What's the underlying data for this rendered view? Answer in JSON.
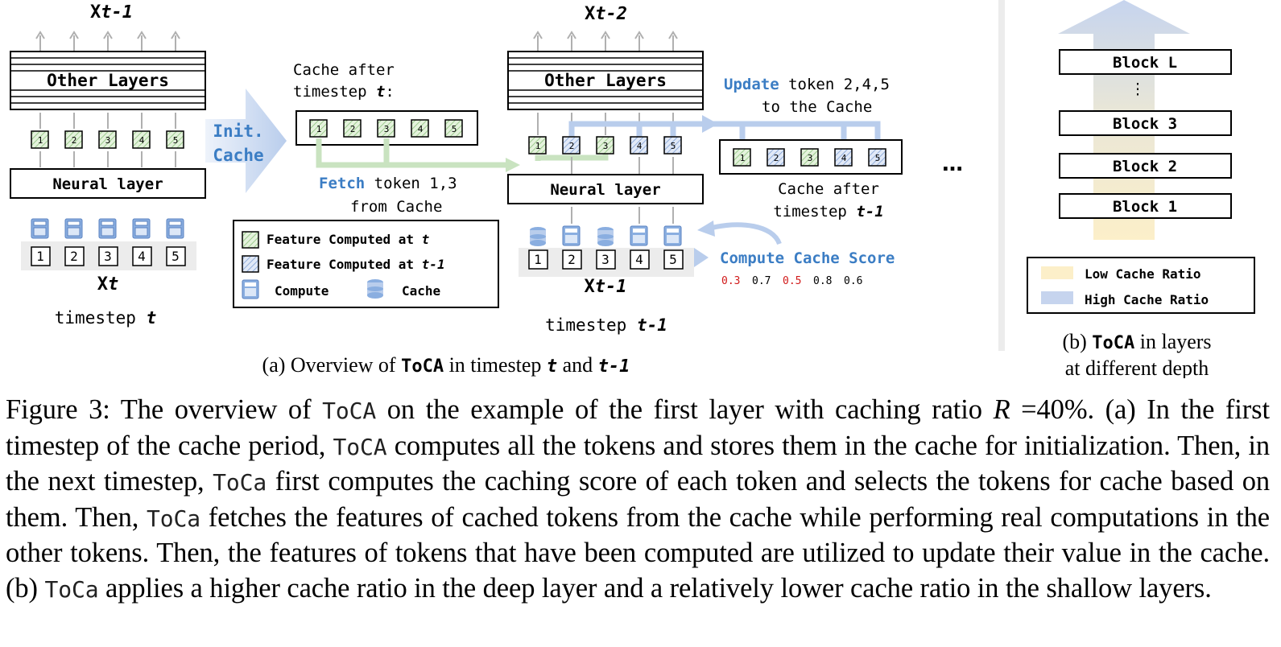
{
  "colors": {
    "blue_text": "#3b7dc4",
    "arrow_blue": "#b9cdec",
    "arrow_green": "#c9e3c0",
    "low_cache": "#fcefc9",
    "high_cache": "#c6d4ee",
    "score_red": "#d11a1a",
    "gray_arrow": "#b0b0b0"
  },
  "icons": [
    "calculator-icon",
    "database-icon"
  ],
  "part_a": {
    "left": {
      "output_var": "X",
      "output_sub": "t-1",
      "other_layers": "Other Layers",
      "tokens": [
        "1",
        "2",
        "3",
        "4",
        "5"
      ],
      "neural_layer": "Neural layer",
      "input_var": "X",
      "input_sub": "t",
      "timestep_word": "timestep",
      "timestep_val": "t"
    },
    "init_cache": [
      "Init.",
      "Cache"
    ],
    "cache_after_t": {
      "line1": "Cache after",
      "line2": "timestep",
      "val": "t",
      "colon": ":",
      "tokens": [
        "1",
        "2",
        "3",
        "4",
        "5"
      ]
    },
    "fetch": {
      "word": "Fetch",
      "rest": " token 1,3",
      "line2": "from Cache"
    },
    "legend": {
      "feat_t": "Feature Computed at",
      "feat_t_val": "t",
      "feat_t1": "Feature Computed at",
      "feat_t1_val": "t-1",
      "compute": "Compute",
      "cache": "Cache"
    },
    "middle": {
      "output_var": "X",
      "output_sub": "t-2",
      "other_layers": "Other Layers",
      "tokens": [
        "1",
        "2",
        "3",
        "4",
        "5"
      ],
      "neural_layer": "Neural layer",
      "input_var": "X",
      "input_sub": "t-1",
      "timestep_word": "timestep",
      "timestep_val": "t-1"
    },
    "update": {
      "word": "Update",
      "rest": " token 2,4,5",
      "line2": "to the Cache"
    },
    "cache_after_t1": {
      "line1": "Cache after",
      "line2": "timestep",
      "val": "t-1",
      "tokens": [
        "1",
        "2",
        "3",
        "4",
        "5"
      ]
    },
    "ellipsis": "…",
    "score": {
      "label": "Compute Cache Score",
      "values": [
        "0.3",
        "0.7",
        "0.5",
        "0.8",
        "0.6"
      ]
    },
    "caption": {
      "pre": "(a) Overview of ",
      "name": "ToCA",
      "mid": " in timestep ",
      "t": "t",
      "and": " and ",
      "t1": "t-1"
    }
  },
  "part_b": {
    "blocks": [
      "Block L",
      "⋮",
      "Block 3",
      "Block 2",
      "Block 1"
    ],
    "legend_low": "Low Cache Ratio",
    "legend_high": "High Cache Ratio",
    "caption_pre": "(b) ",
    "caption_name": "ToCA",
    "caption_mid": "in layers",
    "caption_line2": "at different depth"
  },
  "figure_caption": {
    "label": "Figure 3: The overview of ",
    "name1": "ToCA",
    "s1": " on the example of the first layer with caching ratio ",
    "r": "R",
    "s1b": " =40%. (a) In the first timestep of the cache period, ",
    "name2": "ToCA",
    "s2": " computes all the tokens and stores them in the cache for initialization. Then, in the next timestep, ",
    "name3": "ToCa",
    "s3": " first computes the caching score of each token and selects the tokens for cache based on them. Then, ",
    "name4": "ToCa",
    "s4": " fetches the features of cached tokens from the cache while performing real computations in the other tokens. Then, the features of tokens that have been computed are utilized to update their value in the cache. (b) ",
    "name5": "ToCa",
    "s5": " applies a higher cache ratio in the deep layer and a relatively lower cache ratio in the shallow layers."
  }
}
